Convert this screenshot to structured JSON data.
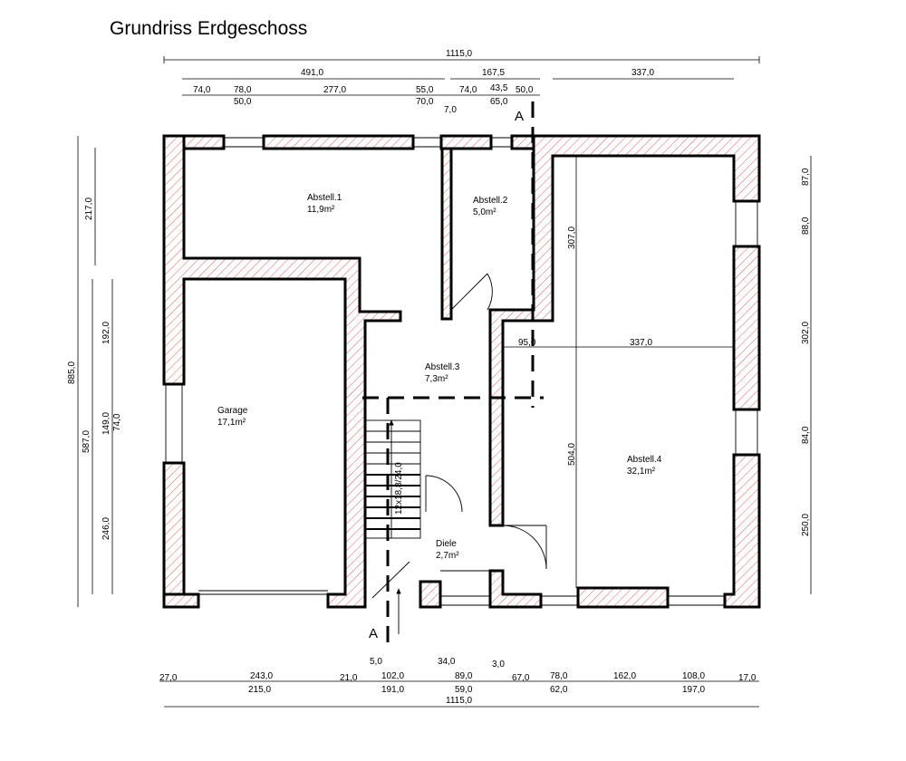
{
  "title": "Grundriss Erdgeschoss",
  "section_mark": "A",
  "rooms": {
    "abstell1": {
      "name": "Abstell.1",
      "area": "11,9m²"
    },
    "abstell2": {
      "name": "Abstell.2",
      "area": "5,0m²"
    },
    "abstell3": {
      "name": "Abstell.3",
      "area": "7,3m²"
    },
    "abstell4": {
      "name": "Abstell.4",
      "area": "32,1m²"
    },
    "garage": {
      "name": "Garage",
      "area": "17,1m²"
    },
    "diele": {
      "name": "Diele",
      "area": "2,7m²"
    }
  },
  "stair_label": "12x18,8/24,0",
  "top_dims": {
    "total": "1115,0",
    "row1": [
      "491,0",
      "167,5",
      "337,0"
    ],
    "row2a": [
      "74,0",
      "78,0",
      "277,0",
      "55,0",
      "74,0",
      "43,5",
      "50,0"
    ],
    "row2b": [
      "50,0",
      "70,0",
      "65,0"
    ],
    "row3": [
      "7,0"
    ]
  },
  "bottom_dims": {
    "total": "1115,0",
    "row1": [
      "27,0",
      "243,0",
      "21,0",
      "102,0",
      "89,0",
      "67,0",
      "78,0",
      "162,0",
      "108,0",
      "17,0"
    ],
    "row1_small": [
      "5,0",
      "34,0",
      "3,0"
    ],
    "row2": [
      "215,0",
      "191,0",
      "59,0",
      "62,0",
      "197,0"
    ]
  },
  "left_dims": {
    "total": "885,0",
    "outer": [
      "587,0"
    ],
    "inner": [
      "217,0",
      "192,0",
      "149,0",
      "74,0",
      "246,0"
    ]
  },
  "right_dims": [
    "87,0",
    "88,0",
    "302,0",
    "84,0",
    "250,0"
  ],
  "interior_dims": {
    "vertical_upper": "307,0",
    "vertical_lower": "504,0",
    "horizontal_left": "95,0",
    "horizontal_right": "337,0"
  }
}
